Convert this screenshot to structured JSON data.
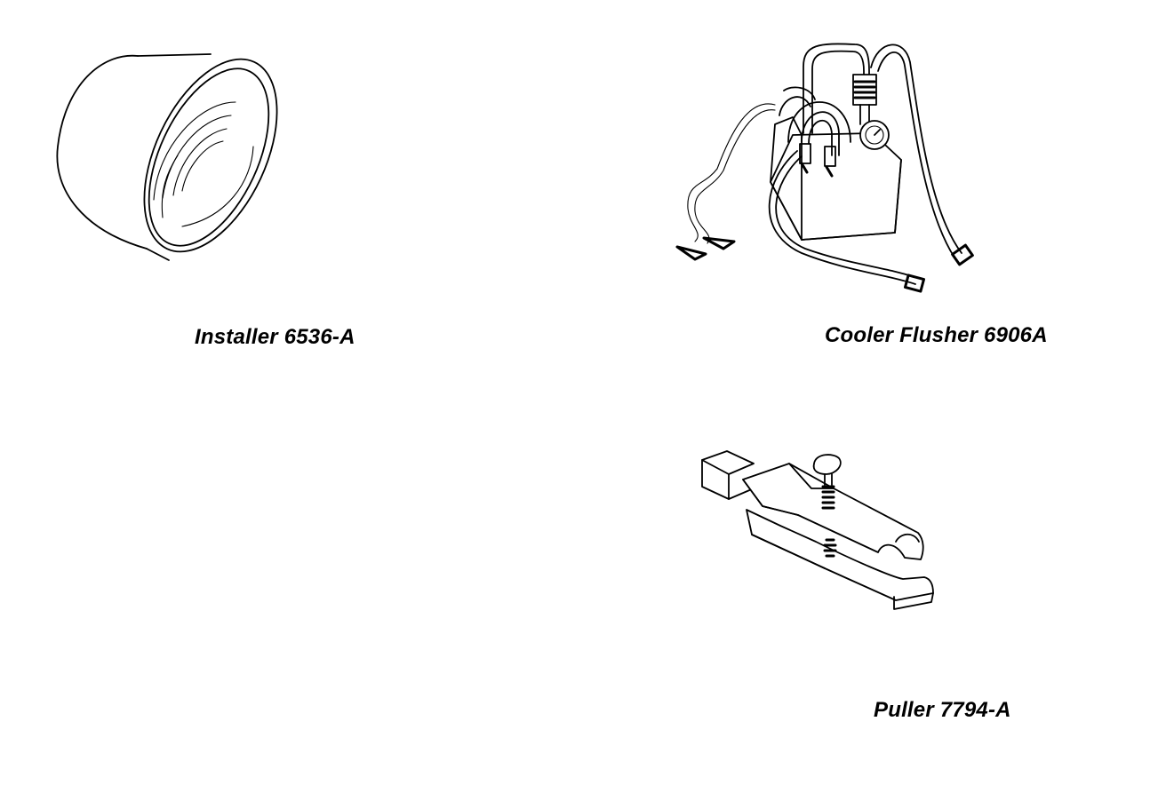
{
  "tools": [
    {
      "id": "installer",
      "caption": "Installer 6536-A",
      "icon": "installer-ring-illustration"
    },
    {
      "id": "cooler_flusher",
      "caption": "Cooler Flusher 6906A",
      "icon": "cooler-flusher-illustration"
    },
    {
      "id": "puller",
      "caption": "Puller 7794-A",
      "icon": "puller-clamp-illustration"
    }
  ]
}
